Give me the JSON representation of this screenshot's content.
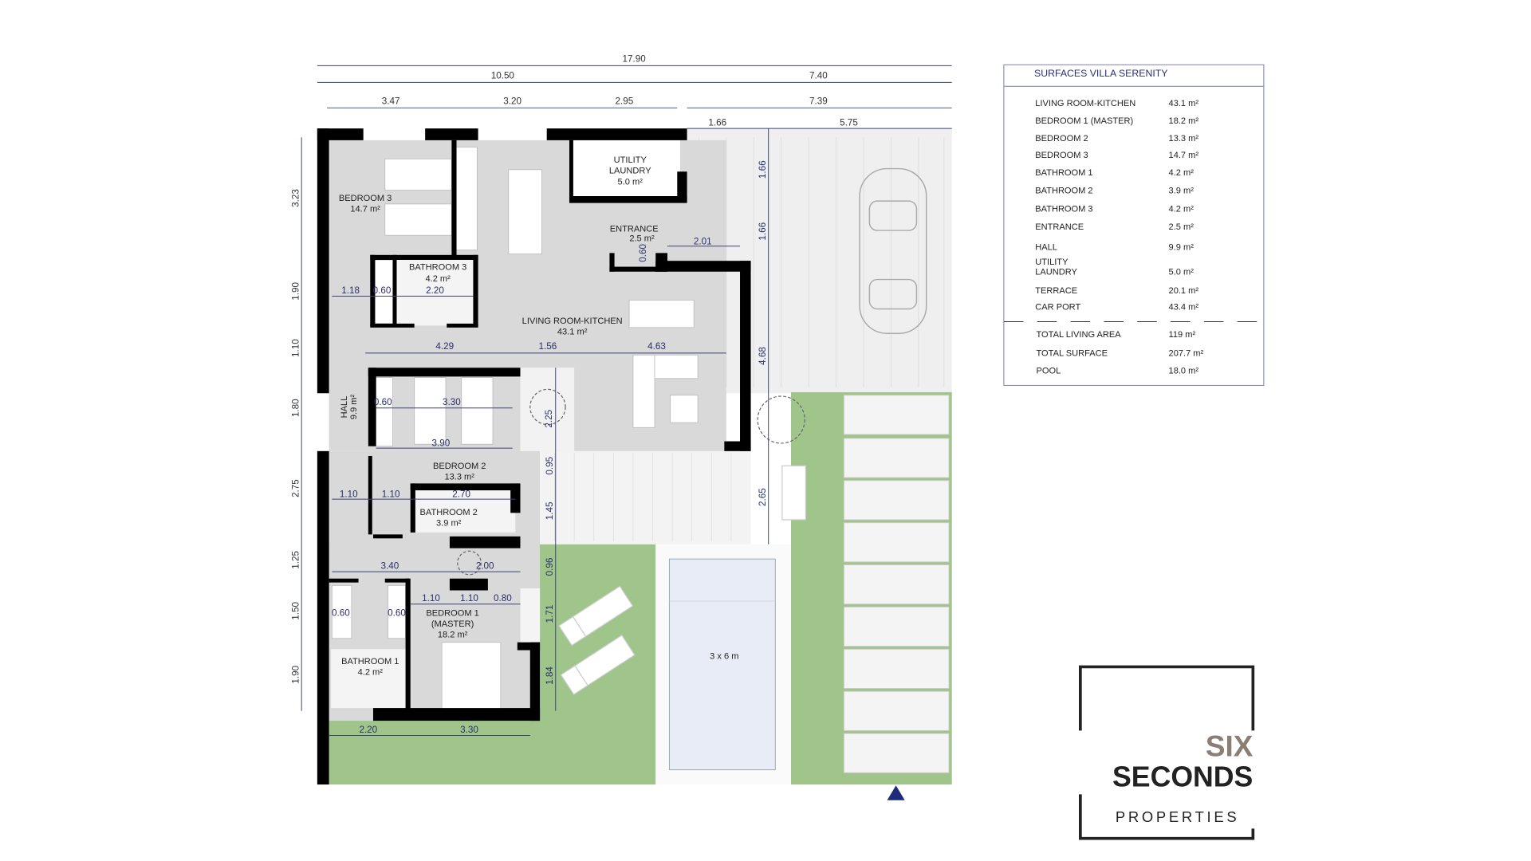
{
  "plan": {
    "dims_top": {
      "overall": "17.90",
      "row2": [
        "10.50",
        "7.40"
      ],
      "row3": [
        "3.47",
        "3.20",
        "2.95",
        "7.39"
      ],
      "row4": [
        "1.66",
        "5.75"
      ]
    },
    "dims_left": [
      "3.23",
      "1.90",
      "1.10",
      "1.80",
      "2.75",
      "1.25",
      "1.50",
      "1.90"
    ],
    "dims_interior": {
      "bath3_row": [
        "1.18",
        "0.60",
        "2.20"
      ],
      "living_row": [
        "4.29",
        "1.56",
        "4.63"
      ],
      "bed2_row": [
        "0.60",
        "3.30"
      ],
      "bed2_width": "3.90",
      "bath2_row": [
        "1.10",
        "1.10",
        "2.70"
      ],
      "hall_row": [
        "3.40",
        "2.00"
      ],
      "bed1_row": [
        "1.10",
        "1.10",
        "0.80"
      ],
      "closets": [
        "0.60",
        "0.60"
      ],
      "bottom_row": [
        "2.20",
        "3.30"
      ],
      "entrance_step": "0.60",
      "entrance_width": "2.01",
      "patio": "2.25",
      "terrace_col": [
        "0.95",
        "1.45",
        "0.96",
        "1.71",
        "1.84"
      ],
      "carport_col": [
        "1.66",
        "1.66",
        "4.68",
        "2.65"
      ]
    },
    "rooms": {
      "bedroom3": {
        "name": "BEDROOM 3",
        "area": "14.7 m²"
      },
      "bathroom3": {
        "name": "BATHROOM 3",
        "area": "4.2 m²"
      },
      "utility": {
        "name1": "UTILITY",
        "name2": "LAUNDRY",
        "area": "5.0 m²"
      },
      "entrance": {
        "name": "ENTRANCE",
        "area": "2.5 m²"
      },
      "living": {
        "name": "LIVING ROOM-KITCHEN",
        "area": "43.1 m²"
      },
      "hall": {
        "name": "HALL",
        "area": "9.9 m²"
      },
      "bedroom2": {
        "name": "BEDROOM 2",
        "area": "13.3 m²"
      },
      "bathroom2": {
        "name": "BATHROOM 2",
        "area": "3.9 m²"
      },
      "bedroom1": {
        "name1": "BEDROOM 1",
        "name2": "(MASTER)",
        "area": "18.2 m²"
      },
      "bathroom1": {
        "name": "BATHROOM 1",
        "area": "4.2 m²"
      }
    },
    "pool_label": "3 x 6 m",
    "colors": {
      "lawn": "#9fc58a",
      "floor": "#d9d9d9",
      "wall": "#000000",
      "dimension": "#2a2f6a",
      "pool": "#e8ecf6"
    }
  },
  "surfaces": {
    "title": "SURFACES VILLA SERENITY",
    "rows": [
      {
        "label": "LIVING ROOM-KITCHEN",
        "value": "43.1 m²"
      },
      {
        "label": "BEDROOM 1 (MASTER)",
        "value": "18.2 m²"
      },
      {
        "label": "BEDROOM 2",
        "value": "13.3 m²"
      },
      {
        "label": "BEDROOM 3",
        "value": "14.7 m²"
      },
      {
        "label": "BATHROOM 1",
        "value": "4.2 m²"
      },
      {
        "label": "BATHROOM 2",
        "value": "3.9 m²"
      },
      {
        "label": "BATHROOM 3",
        "value": "4.2 m²"
      },
      {
        "label": "ENTRANCE",
        "value": "2.5 m²"
      },
      {
        "label": "HALL",
        "value": "9.9 m²"
      },
      {
        "label": "UTILITY",
        "label2": "LAUNDRY",
        "value": "5.0 m²"
      },
      {
        "label": "TERRACE",
        "value": "20.1 m²"
      },
      {
        "label": "CAR PORT",
        "value": "43.4 m²"
      }
    ],
    "totals": [
      {
        "label": "TOTAL LIVING AREA",
        "value": "119 m²"
      },
      {
        "label": "TOTAL SURFACE",
        "value": "207.7 m²"
      },
      {
        "label": "POOL",
        "value": "18.0 m²"
      }
    ]
  },
  "logo": {
    "line1": "SIX",
    "line2": "SECONDS",
    "line3": "PROPERTIES"
  }
}
